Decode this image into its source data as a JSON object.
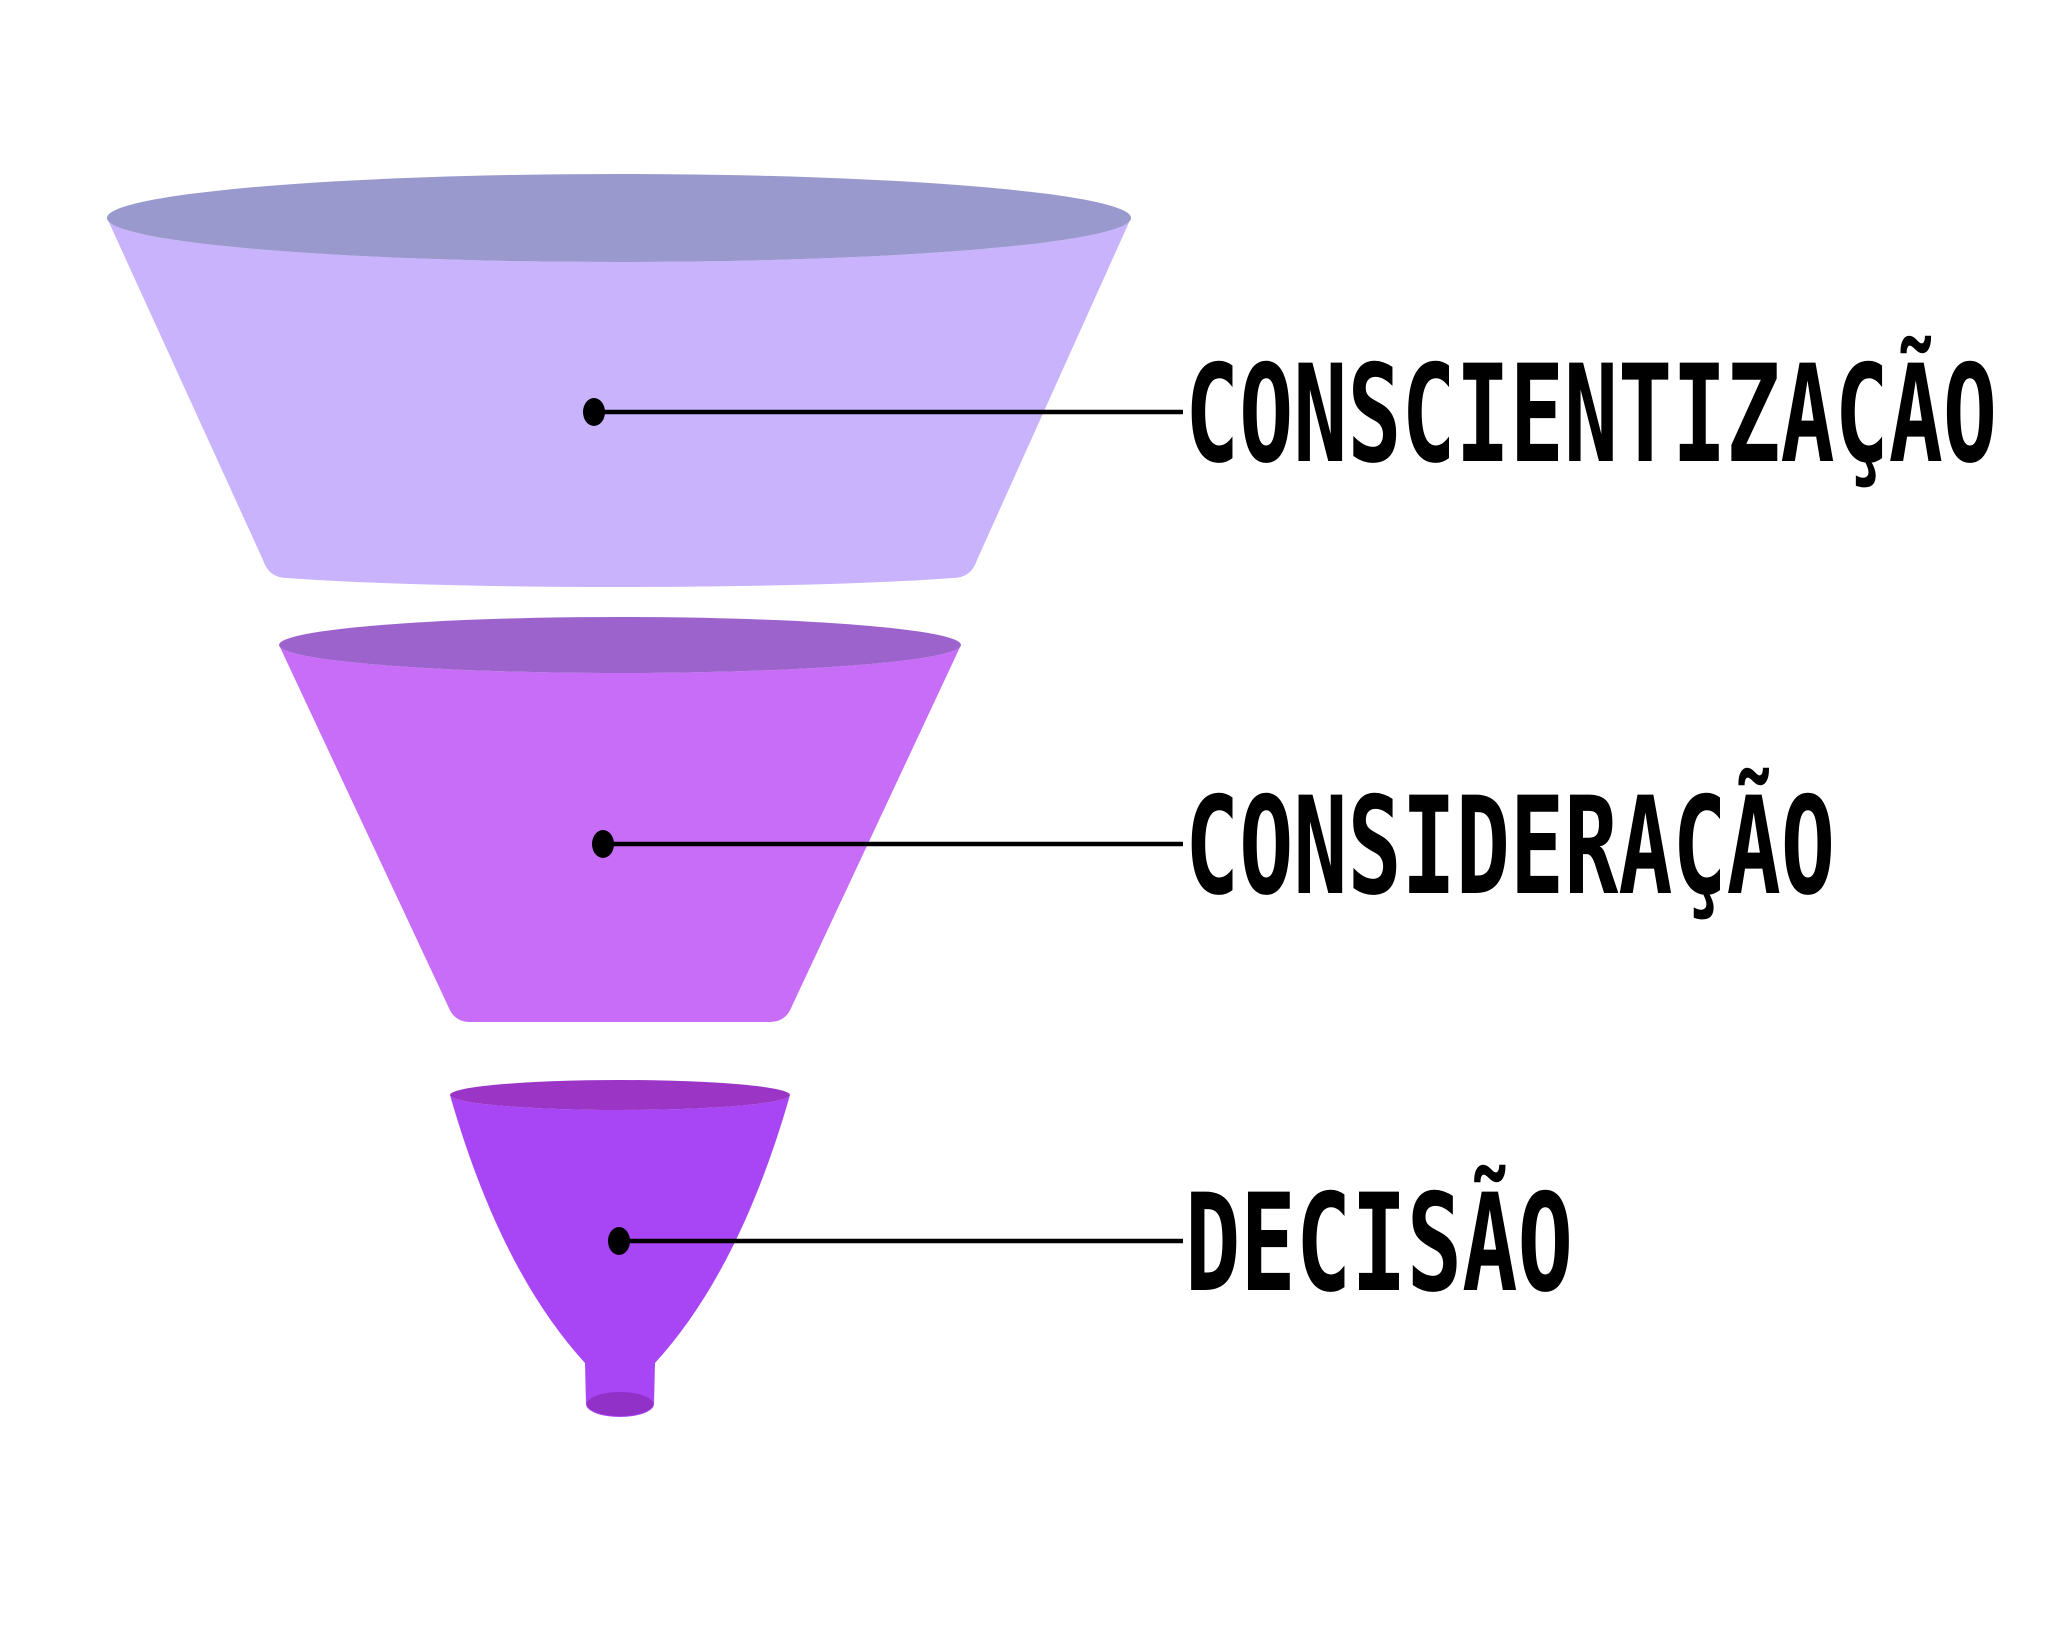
{
  "diagram": {
    "type": "funnel",
    "background_color": "#ffffff",
    "connector_color": "#000000",
    "label_color": "#000000",
    "stages": [
      {
        "label": "CONSCIENTIZAÇÃO",
        "body_color": "#c8b3fc",
        "top_ellipse_color": "#9a99ce"
      },
      {
        "label": "CONSIDERAÇÃO",
        "body_color": "#c76df7",
        "top_ellipse_color": "#9d63cc"
      },
      {
        "label": "DECISÃO",
        "body_color": "#a845f4",
        "top_ellipse_color": "#9a35c6",
        "tip_ellipse_color": "#9231c7"
      }
    ]
  }
}
